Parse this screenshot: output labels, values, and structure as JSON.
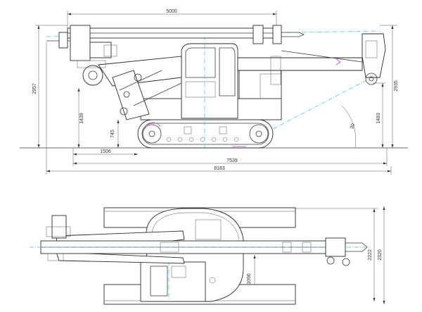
{
  "side_view": {
    "dims": {
      "mast_length": "5000",
      "total_height_left": "2957",
      "total_height_right": "2935",
      "left_lower_height": "1439",
      "track_height": "745",
      "pivot_offset": "1506",
      "right_height": "1483",
      "angle": "30",
      "body_length": "7539",
      "total_length": "8183"
    }
  },
  "top_view": {
    "dims": {
      "width_inner": "2222",
      "width_outer": "2320",
      "track_offset": "1096"
    }
  },
  "colors": {
    "line": "#3a3a3a",
    "centerline": "#33c6d8",
    "highlight": "#d040c8"
  }
}
